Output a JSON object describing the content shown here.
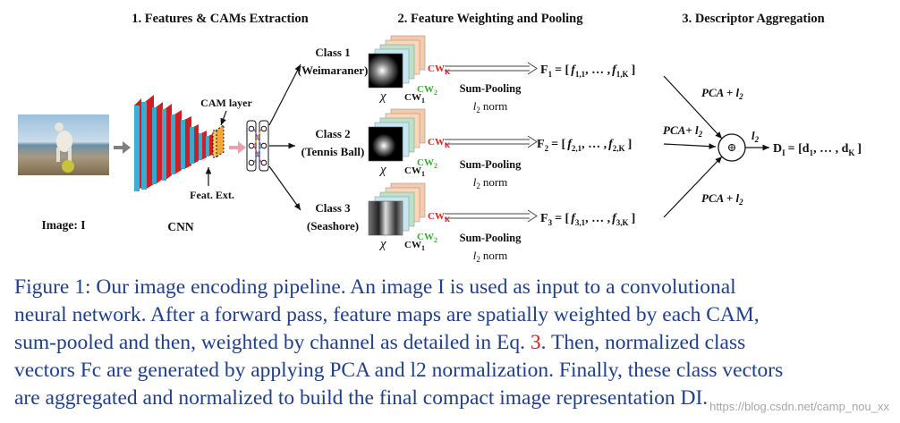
{
  "stages": {
    "s1": "1. Features & CAMs Extraction",
    "s2": "2. Feature Weighting and Pooling",
    "s3": "3. Descriptor Aggregation"
  },
  "left": {
    "image_label": "Image: I",
    "cnn_label": "CNN",
    "cam_layer": "CAM layer",
    "feat_ext": "Feat. Ext."
  },
  "classes": [
    {
      "title": "Class 1",
      "sub": "(Weimaraner)",
      "fmain": "F",
      "fsub": "1",
      "ftail": "= [",
      "f1": "f",
      "f1sub": "1,1",
      "dots": ", … ,",
      "fK": "f",
      "fKsub": "1,K",
      "close": "]"
    },
    {
      "title": "Class 2",
      "sub": "(Tennis Ball)",
      "fmain": "F",
      "fsub": "2",
      "ftail": "= [",
      "f1": "f",
      "f1sub": "2,1",
      "dots": ", … ,",
      "fK": "f",
      "fKsub": "2,K",
      "close": "]"
    },
    {
      "title": "Class 3",
      "sub": "(Seashore)",
      "fmain": "F",
      "fsub": "3",
      "ftail": "= [",
      "f1": "f",
      "f1sub": "3,1",
      "dots": ", … ,",
      "fK": "f",
      "fKsub": "3,K",
      "close": "]"
    }
  ],
  "weights": {
    "chi": "χ",
    "cwK": "CW",
    "cwKsub": "K",
    "cw2": "CW",
    "cw2sub": "2",
    "cw1": "CW",
    "cw1sub": "1"
  },
  "pooling": {
    "sum": "Sum-Pooling",
    "l": "l",
    "lsub": "2",
    "norm": "norm"
  },
  "pca": {
    "label": "PCA + l",
    "sub": "2",
    "mid": "PCA+ l",
    "l2": "l",
    "l2sub": "2"
  },
  "output": {
    "D": "D",
    "Dsub": "I",
    "eq": "= [d",
    "d1sub": "1",
    "dots": ", … , d",
    "dKsub": "K",
    "close": "]"
  },
  "caption": {
    "line1": "Figure 1:  Our image encoding pipeline.  An image I is used as input to a convolutional",
    "line2": "neural network.  After a forward pass, feature maps are spatially weighted by each CAM,",
    "line3a": "sum-pooled and then, weighted by channel as detailed in Eq. ",
    "line3ref": "3",
    "line3b": ".  Then, normalized class",
    "line4": "vectors Fc are generated by applying PCA and l2 normalization. Finally, these class vectors",
    "line5": "are aggregated and normalized to build the final compact image representation DI."
  },
  "watermark": "https://blog.csdn.net/camp_nou_xx",
  "colors": {
    "caption": "#1f3f8a",
    "cw_k": "#e0201b",
    "cw_2": "#39a935",
    "eq_ref": "#d0201b"
  }
}
